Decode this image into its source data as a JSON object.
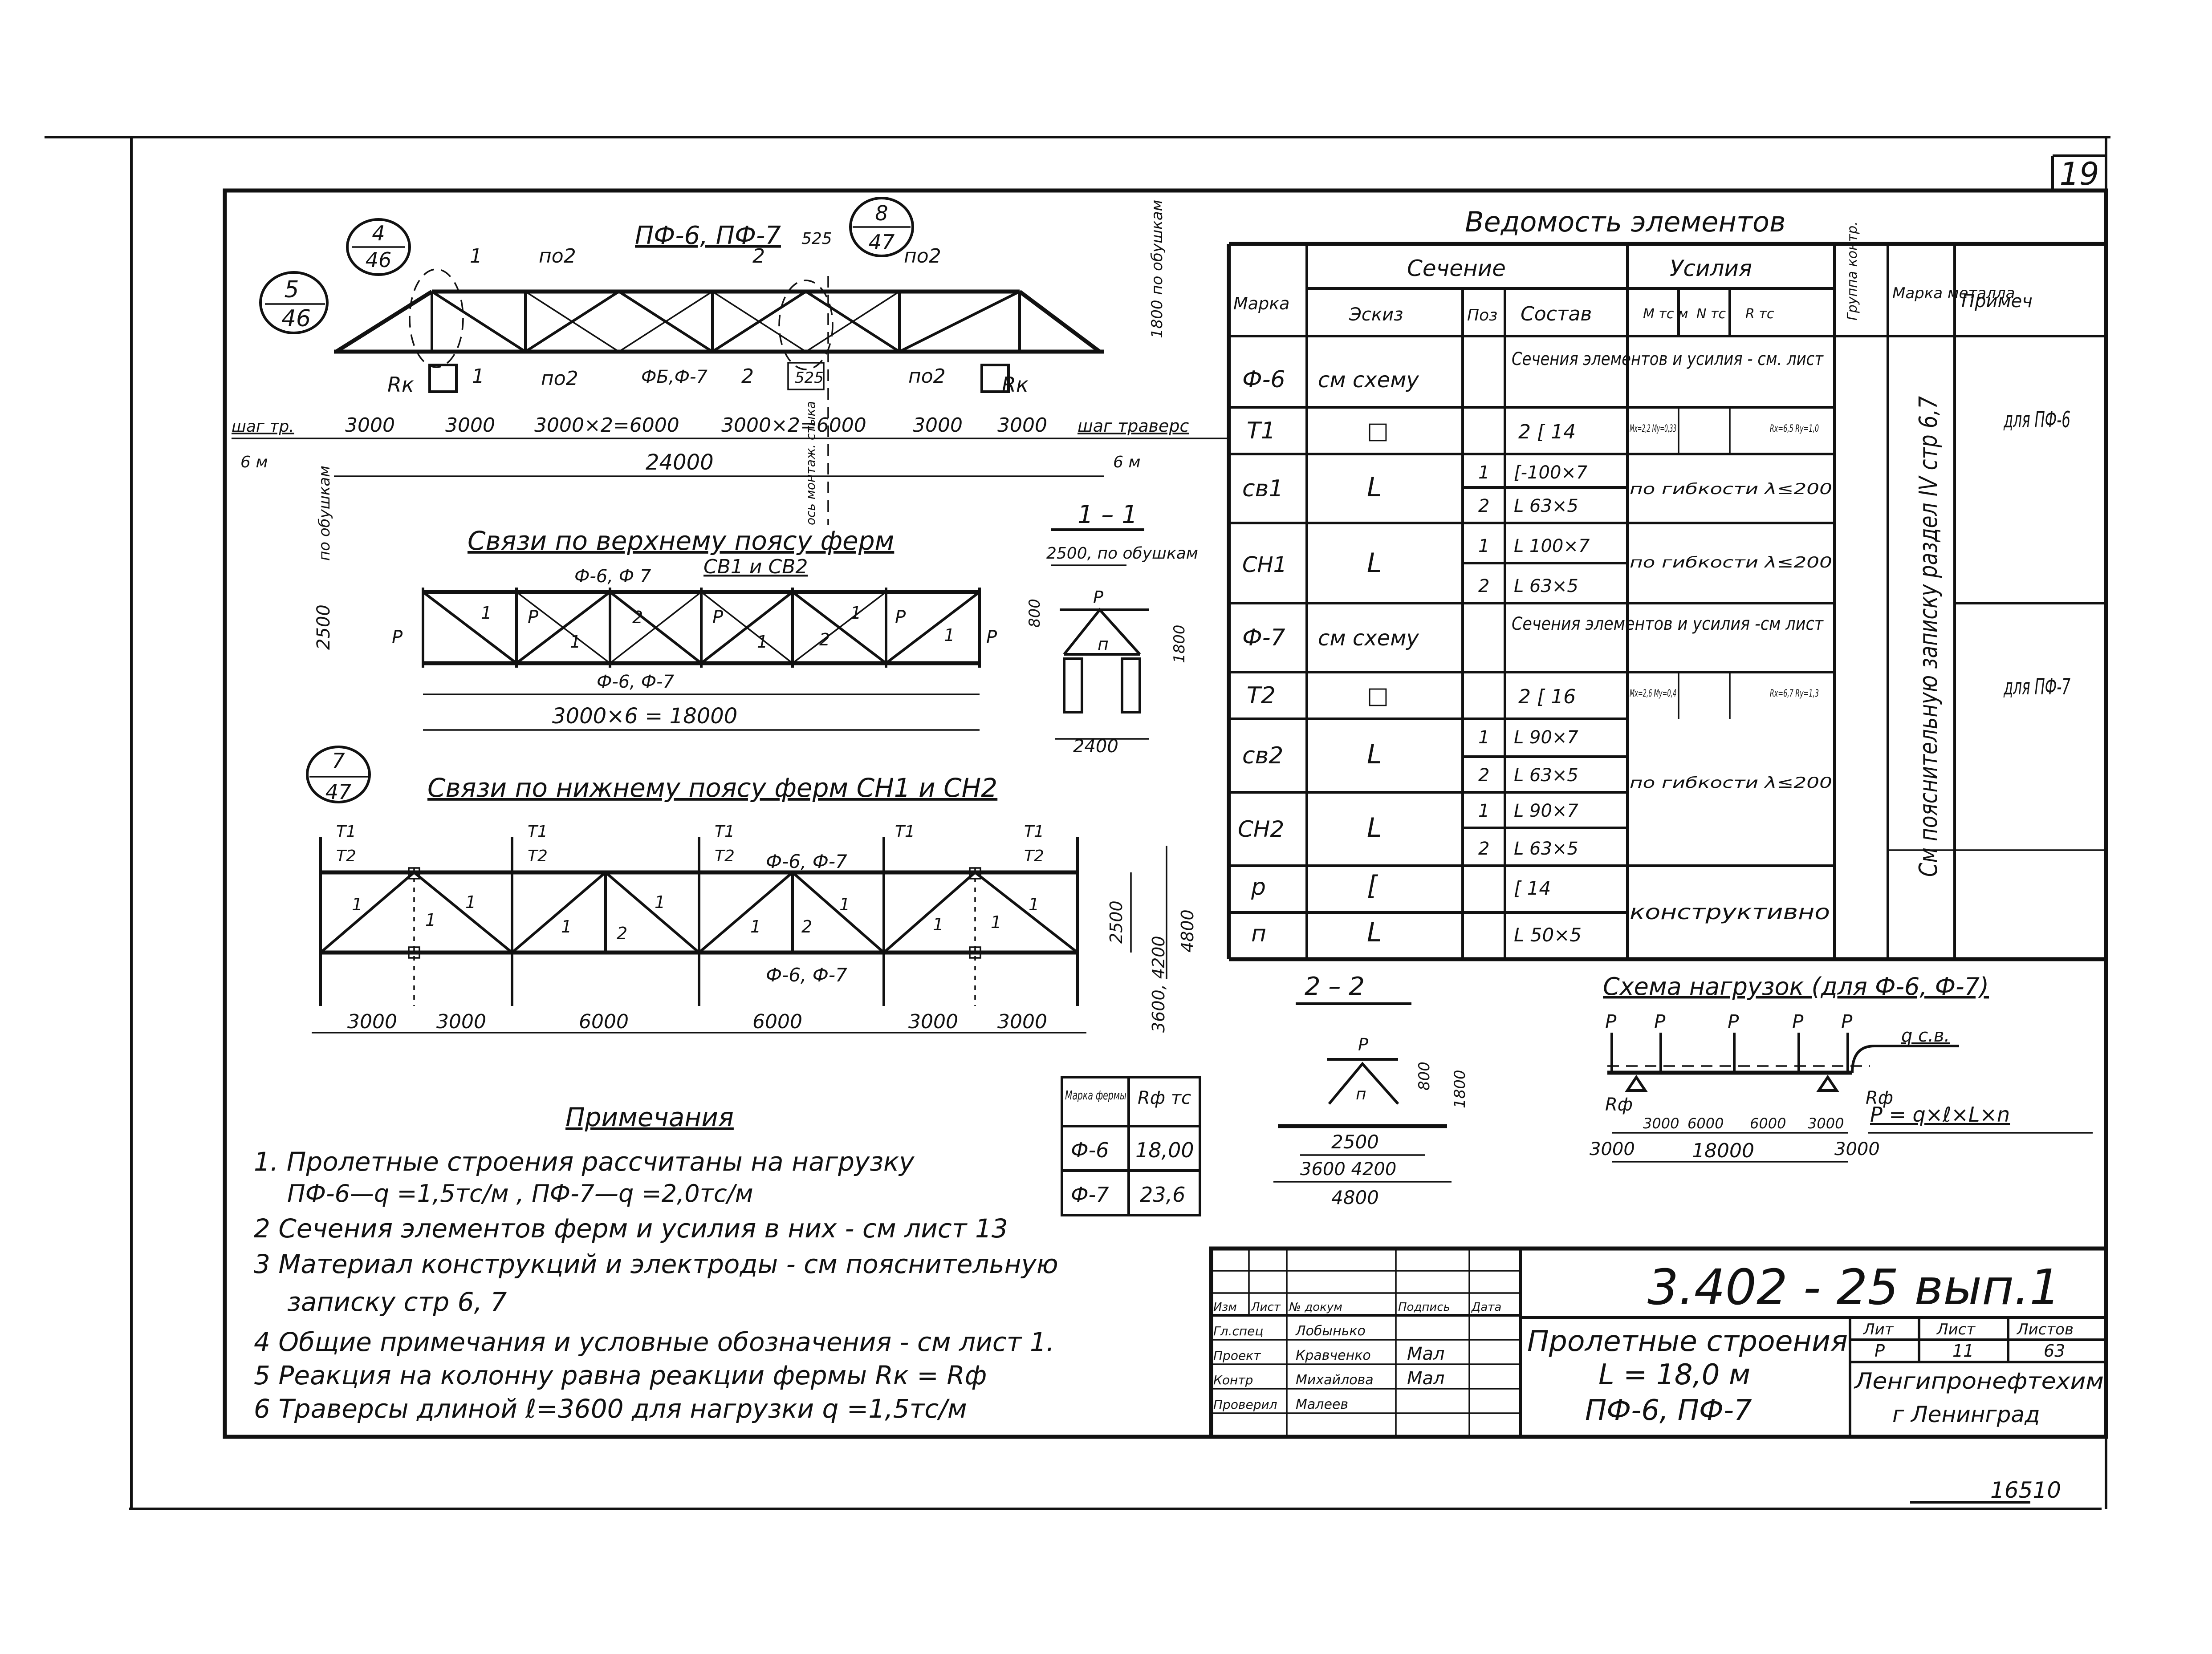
{
  "sheet": {
    "number": "19",
    "inventory": "16510"
  },
  "truss": {
    "title": "ПФ-6, ПФ-7",
    "callout_a": {
      "top": "4",
      "bottom": "46"
    },
    "callout_b": {
      "top": "5",
      "bottom": "46"
    },
    "callout_c": {
      "top": "8",
      "bottom": "47"
    },
    "label_525_top": "525",
    "label_525_box": "525",
    "poz1": "1",
    "poz2": "2",
    "po2": "по2",
    "pf67": "ФБ,Ф-7",
    "rk": "Rк",
    "height_note": "1800 по обушкам",
    "dim_step": "шаг тр.",
    "dim_6m": "6 м",
    "dim_step_right": "шаг траверс",
    "dims": [
      "3000",
      "3000",
      "3000×2=6000",
      "3000×2=6000",
      "3000",
      "3000"
    ],
    "total": "24000",
    "axis_note": "ось монтаж. стыка"
  },
  "top_bracing": {
    "title": "Связи по верхнему поясу ферм",
    "subtitle": "СВ1 и СВ2",
    "label_pf_top": "Ф-6, Ф 7",
    "label_pf_bottom": "Ф-6, Ф-7",
    "left_dim": "2500",
    "left_note": "по обушкам",
    "bottom_dim": "3000×6 = 18000",
    "p": "P",
    "n1": "1",
    "n2": "2"
  },
  "section_1": {
    "title": "1 – 1",
    "top_dim": "2500, по обушкам",
    "p": "P",
    "n": "п",
    "d1": "800",
    "d2": "1800",
    "bottom_dim": "2400"
  },
  "bottom_bracing": {
    "callout": {
      "top": "7",
      "bottom": "47"
    },
    "title": "Связи по нижнему поясу ферм СН1 и СН2",
    "t1": "T1",
    "t2": "T2",
    "label_pf": "Ф-6, Ф-7",
    "label_pf_bottom": "Ф-6, Ф-7",
    "n1": "1",
    "n2": "2",
    "right_dims": [
      "2500",
      "3600, 4200",
      "4800"
    ],
    "bottom_dims": [
      "3000",
      "3000",
      "6000",
      "6000",
      "3000",
      "3000"
    ]
  },
  "schedule": {
    "title": "Ведомость элементов",
    "headers": {
      "mark": "Марка",
      "section": "Сечение",
      "sketch": "Эскиз",
      "pos": "Поз",
      "composition": "Состав",
      "forces": "Усилия",
      "m": "M тс м",
      "n": "N тс",
      "r": "R тс",
      "group": "Группа контр.",
      "steel": "Марка металла",
      "note": "Примеч"
    },
    "rows": [
      {
        "mark": "Ф-6",
        "sketch": "см схему",
        "text": "Сечения элементов и усилия - см. лист"
      },
      {
        "mark": "T1",
        "sketch": "□",
        "comp": "2 [ 14",
        "m": "Mx=2,2 My=0,33",
        "r": "Rx=6,5 Ry=1,0"
      },
      {
        "mark": "св1",
        "sketch": "L",
        "pos": [
          "1",
          "2"
        ],
        "comp": [
          "[-100×7",
          "L 63×5"
        ],
        "text": "по гибкости λ≤200"
      },
      {
        "mark": "СН1",
        "sketch": "L",
        "pos": [
          "1",
          "2"
        ],
        "comp": [
          "L 100×7",
          "L 63×5"
        ],
        "text": "по гибкости λ≤200"
      },
      {
        "mark": "Ф-7",
        "sketch": "см схему",
        "text": "Сечения элементов и усилия -см лист"
      },
      {
        "mark": "T2",
        "sketch": "□",
        "comp": "2 [ 16",
        "m": "Mx=2,6 My=0,4",
        "r": "Rx=6,7 Ry=1,3"
      },
      {
        "mark": "св2",
        "sketch": "L",
        "pos": [
          "1",
          "2"
        ],
        "comp": [
          "L 90×7",
          "L 63×5"
        ]
      },
      {
        "mark": "СН2",
        "sketch": "L",
        "pos": [
          "1",
          "2"
        ],
        "comp": [
          "L 90×7",
          "L 63×5"
        ],
        "text": "по гибкости λ≤200"
      },
      {
        "mark": "р",
        "sketch": "[",
        "comp": "[ 14"
      },
      {
        "mark": "п",
        "sketch": "L",
        "comp": "L 50×5",
        "text": "конструктивно"
      }
    ],
    "vertical_note": "См пояснительную записку раздел IV стр 6,7",
    "note_pf6": "для ПФ-6",
    "note_pf7": "для ПФ-7"
  },
  "section_2": {
    "title": "2 – 2",
    "p": "P",
    "n": "п",
    "d1": "800",
    "d2": "1800",
    "dims": [
      "2500",
      "3600  4200",
      "4800"
    ]
  },
  "load_scheme": {
    "title": "Схема нагрузок (для Ф-6, Ф-7)",
    "p": "P",
    "q": "q с.в.",
    "rf": "Rф",
    "dims": [
      "3000",
      "3000",
      "6000",
      "6000",
      "3000",
      "3000"
    ],
    "total": "18000",
    "formula": "P = q×ℓ×L×n"
  },
  "reactions": {
    "head_mark": "Марка фермы",
    "head_r": "Rф тс",
    "rows": [
      [
        "Ф-6",
        "18,00"
      ],
      [
        "Ф-7",
        "23,6"
      ]
    ]
  },
  "notes": {
    "title": "Примечания",
    "items": [
      "1. Пролетные строения рассчитаны на нагрузку",
      "ПФ-6—q =1,5тс/м ,  ПФ-7—q =2,0тс/м",
      "2 Сечения элементов ферм и усилия в них - см лист 13",
      "3 Материал конструкций и электроды - см пояснительную",
      "записку  стр 6, 7",
      "4 Общие примечания и условные обозначения - см лист 1.",
      "5 Реакция на колонну равна реакции фермы Rк = Rф",
      "6 Траверсы длиной ℓ=3600 для нагрузки q =1,5тс/м"
    ]
  },
  "title_block": {
    "code": "3.402 - 25  вып.1",
    "name_lines": [
      "Пролетные строения",
      "L = 18,0 м",
      "ПФ-6, ПФ-7"
    ],
    "lit_head": "Лит",
    "sheet_head": "Лист",
    "sheets_head": "Листов",
    "lit": "Р",
    "sheet": "11",
    "sheets": "63",
    "org": [
      "Ленгипронефтехим",
      "г Ленинград"
    ],
    "stamp_heads": [
      "Изм",
      "Лист",
      "№ докум",
      "Подпись",
      "Дата"
    ],
    "roles": [
      "Гл.спец",
      "Проект",
      "Контр",
      "Проверил"
    ],
    "names": [
      "Лобынько",
      "Кравченко",
      "Михайлова",
      "Малеев"
    ],
    "signs": [
      "",
      "Мал",
      "Мал",
      ""
    ]
  }
}
